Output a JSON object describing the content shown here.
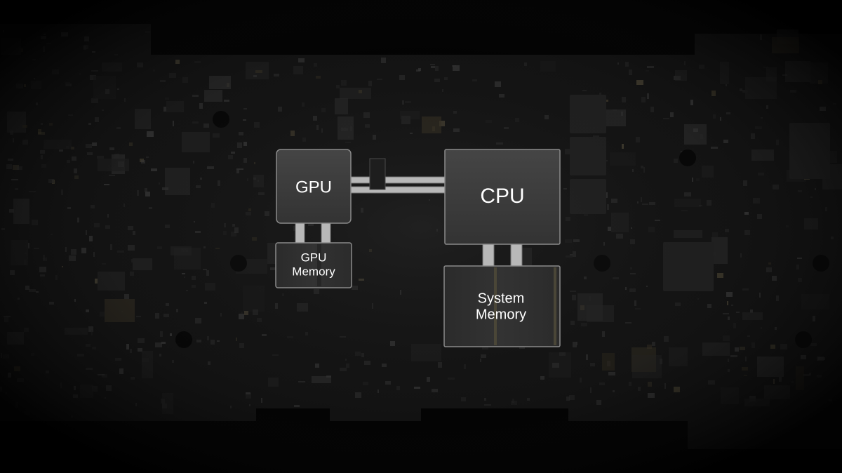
{
  "diagram": {
    "gpu": {
      "label": "GPU"
    },
    "cpu": {
      "label": "CPU"
    },
    "gpu_memory": {
      "line1": "GPU",
      "line2": "Memory"
    },
    "system_memory": {
      "line1": "System",
      "line2": "Memory"
    }
  },
  "colors": {
    "background": "#000000",
    "board": "#151515",
    "chip_fill": "#3a3a3a",
    "chip_stroke": "#8a8a8a",
    "memory_fill": "#2c2c2c",
    "bus": "#b8b8b8",
    "label": "#ffffff"
  }
}
